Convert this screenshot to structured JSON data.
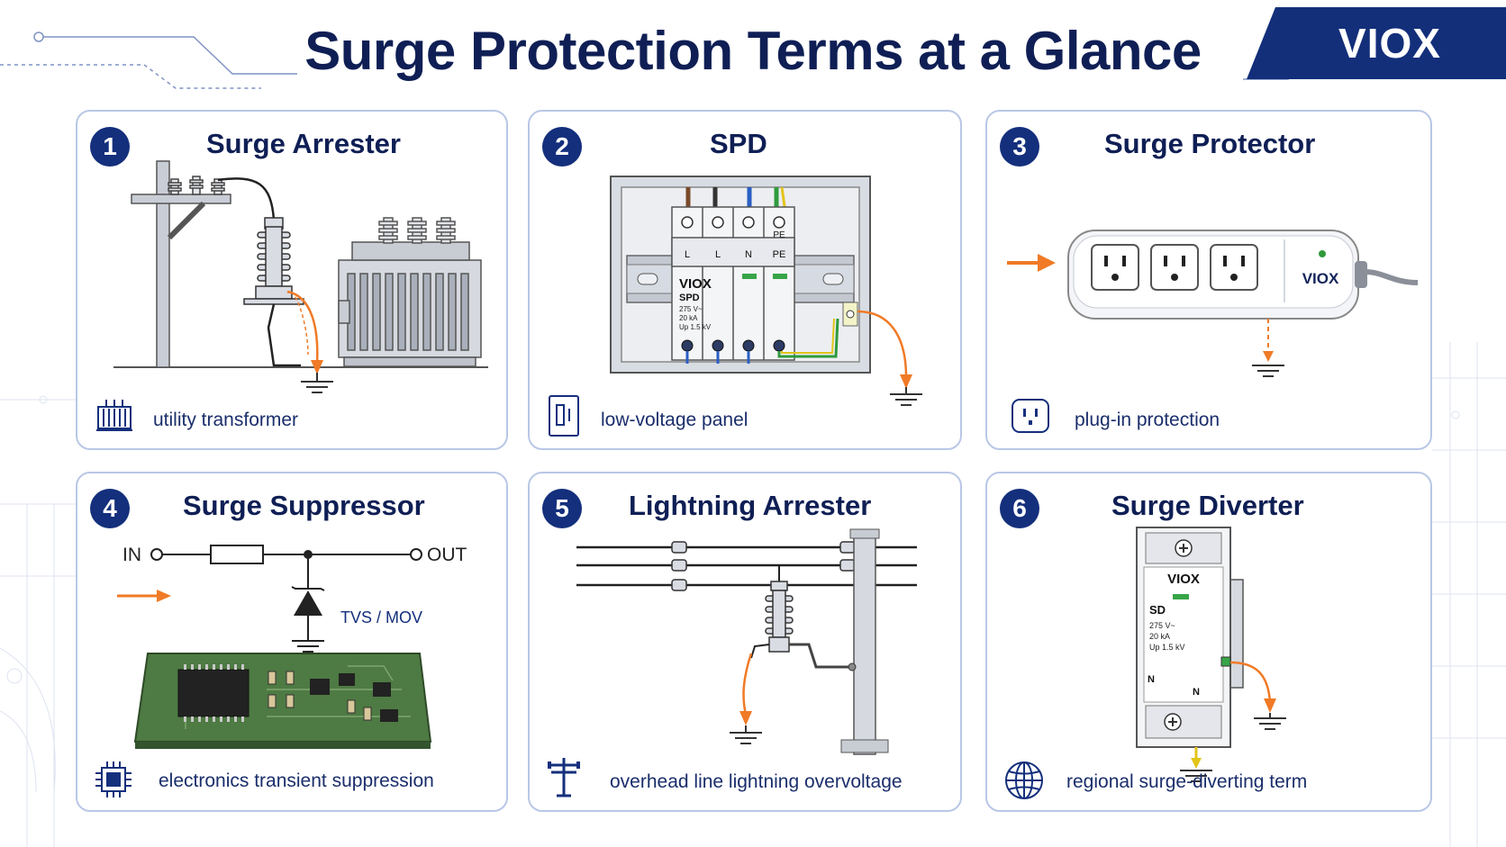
{
  "header": {
    "title": "Surge Protection Terms at a Glance",
    "logo": "VIOX"
  },
  "cards": [
    {
      "number": "1",
      "title": "Surge Arrester",
      "caption": "utility transformer",
      "icon": "transformer-icon"
    },
    {
      "number": "2",
      "title": "SPD",
      "caption": "low-voltage panel",
      "icon": "panel-icon",
      "device": {
        "poles": [
          "L",
          "L",
          "N",
          "PE"
        ],
        "pe_label": "PE",
        "brand": "VIOX",
        "model": "SPD",
        "spec1": "275 V~",
        "spec2": "20 kA",
        "spec3": "Up 1.5 kV"
      }
    },
    {
      "number": "3",
      "title": "Surge Protector",
      "caption": "plug-in protection",
      "icon": "outlet-icon",
      "brand": "VIOX"
    },
    {
      "number": "4",
      "title": "Surge Suppressor",
      "caption": "electronics transient suppression",
      "icon": "chip-icon",
      "circuit": {
        "in": "IN",
        "out": "OUT",
        "component": "TVS / MOV"
      }
    },
    {
      "number": "5",
      "title": "Lightning Arrester",
      "caption": "overhead line lightning overvoltage",
      "icon": "power-pole-icon"
    },
    {
      "number": "6",
      "title": "Surge Diverter",
      "caption": "regional surge-diverting term",
      "icon": "globe-icon",
      "device": {
        "brand": "VIOX",
        "model": "SD",
        "spec1": "275 V~",
        "spec2": "20 kA",
        "spec3": "Up 1.5 kV",
        "terminal": "N"
      }
    }
  ],
  "colors": {
    "navy": "#142f7c",
    "accent": "#f07a26",
    "border": "#b9c7e6",
    "ground": "#333333"
  }
}
